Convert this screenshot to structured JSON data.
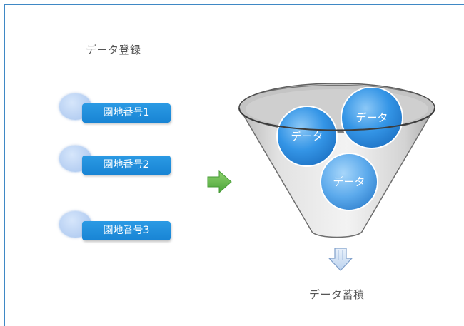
{
  "diagram": {
    "title": "データ登録",
    "registration_items": [
      {
        "label": "園地番号1"
      },
      {
        "label": "園地番号2"
      },
      {
        "label": "園地番号3"
      }
    ],
    "funnel_balls": [
      {
        "label": "データ"
      },
      {
        "label": "データ"
      },
      {
        "label": "データ"
      }
    ],
    "storage_label": "データ蓄積",
    "colors": {
      "frame_border": "#3f88c5",
      "label_blue": "#1e8cdc",
      "bubble": "#b9d1f3",
      "arrow_green": "#5cb346",
      "funnel_gray": "#d9d9d9",
      "ball_blue": "#2f8fe3",
      "down_arrow": "#c5d9f1"
    },
    "icons": {
      "arrow_right": "green-right-arrow-icon",
      "arrow_down": "outline-down-arrow-icon"
    }
  }
}
